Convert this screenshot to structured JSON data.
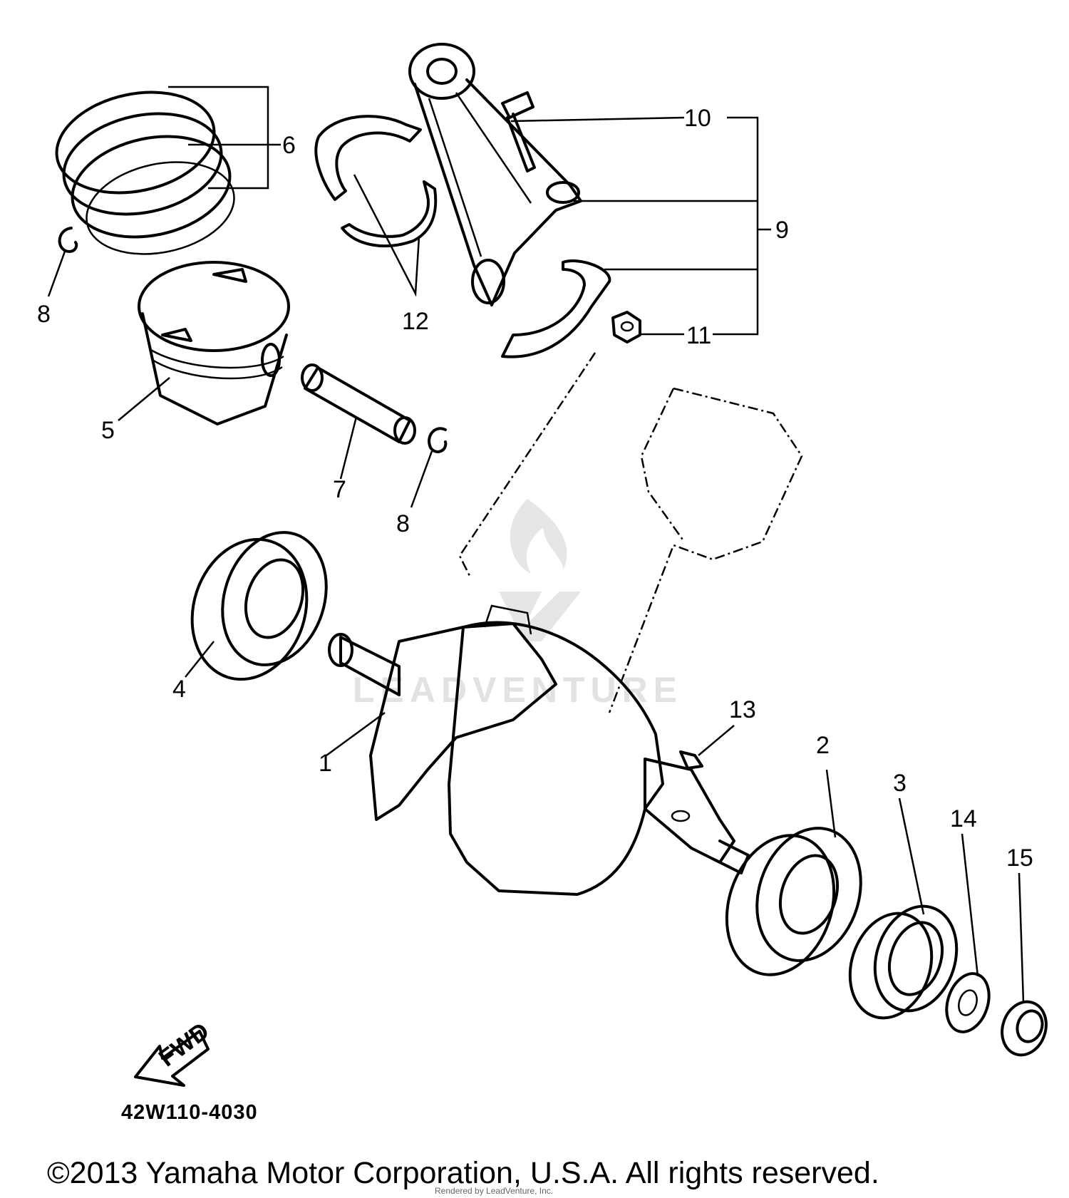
{
  "diagram": {
    "callouts": [
      {
        "id": "1",
        "label": "1"
      },
      {
        "id": "2",
        "label": "2"
      },
      {
        "id": "3",
        "label": "3"
      },
      {
        "id": "4",
        "label": "4"
      },
      {
        "id": "5",
        "label": "5"
      },
      {
        "id": "6",
        "label": "6"
      },
      {
        "id": "7",
        "label": "7"
      },
      {
        "id": "8a",
        "label": "8"
      },
      {
        "id": "8b",
        "label": "8"
      },
      {
        "id": "9",
        "label": "9"
      },
      {
        "id": "10",
        "label": "10"
      },
      {
        "id": "11",
        "label": "11"
      },
      {
        "id": "12",
        "label": "12"
      },
      {
        "id": "13",
        "label": "13"
      },
      {
        "id": "14",
        "label": "14"
      },
      {
        "id": "15",
        "label": "15"
      }
    ],
    "fwd_label": "FWD",
    "watermark_text": "LEADVENTURE"
  },
  "part_number": "42W110-4030",
  "copyright": "©2013 Yamaha Motor Corporation, U.S.A. All rights reserved.",
  "watermark_footer": "Rendered by LeadVenture, Inc."
}
